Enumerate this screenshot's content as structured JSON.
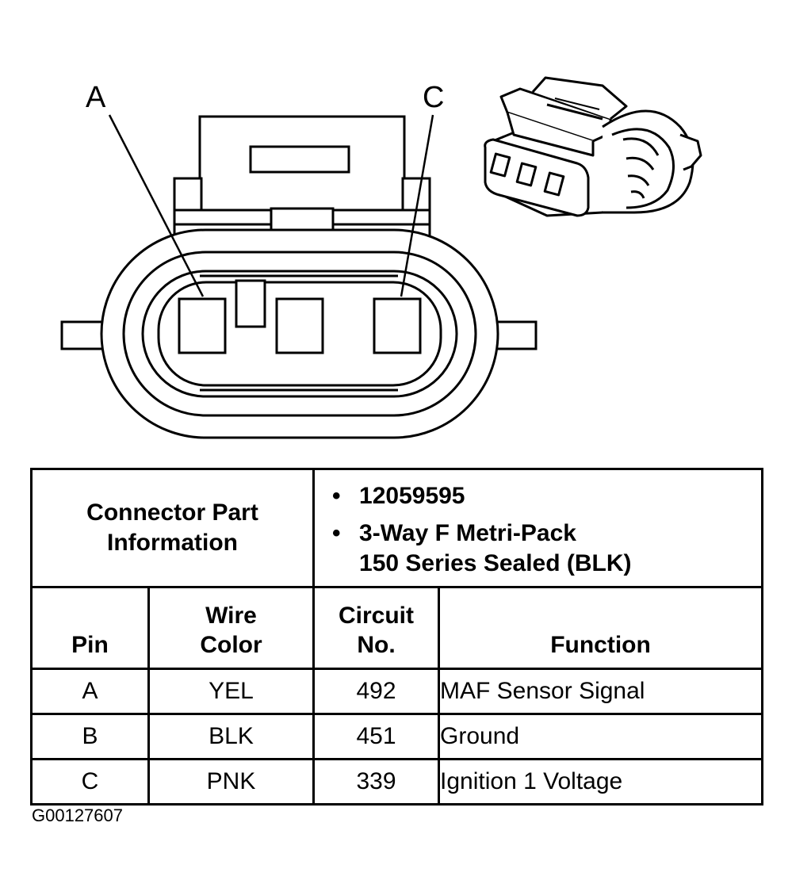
{
  "diagram": {
    "pin_labels": {
      "left": "A",
      "right": "C"
    },
    "figure_code": "G00127607"
  },
  "connector_info": {
    "label_line1": "Connector Part",
    "label_line2": "Information",
    "part_number": "12059595",
    "description_line1": "3-Way F Metri-Pack",
    "description_line2": "150 Series Sealed (BLK)"
  },
  "table": {
    "headers": {
      "pin": "Pin",
      "wire_color_line1": "Wire",
      "wire_color_line2": "Color",
      "circuit_line1": "Circuit",
      "circuit_line2": "No.",
      "function": "Function"
    },
    "rows": [
      {
        "pin": "A",
        "wire_color": "YEL",
        "circuit": "492",
        "function": "MAF Sensor Signal"
      },
      {
        "pin": "B",
        "wire_color": "BLK",
        "circuit": "451",
        "function": "Ground"
      },
      {
        "pin": "C",
        "wire_color": "PNK",
        "circuit": "339",
        "function": "Ignition 1 Voltage"
      }
    ]
  }
}
